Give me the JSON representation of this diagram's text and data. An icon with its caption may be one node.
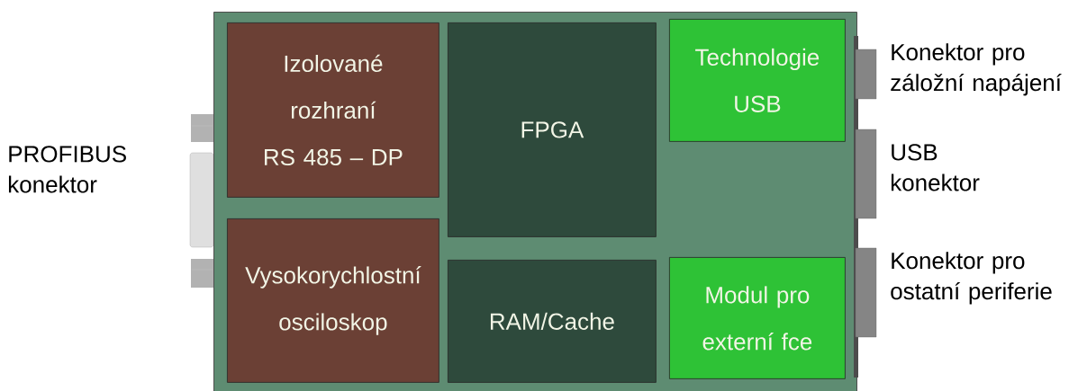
{
  "diagram": {
    "nodes": [
      {
        "text": [],
        "shape": "box"
      },
      {
        "text": [
          "Izolované rozhraní",
          "RS 485 – DP"
        ],
        "in": 0
      },
      {
        "text": [
          "FPGA"
        ],
        "in": 0
      },
      {
        "text": [
          "Technologie USB"
        ],
        "in": 0
      },
      {
        "text": [
          "Vysokorychlostní osciloskop"
        ],
        "in": 0
      },
      {
        "text": [
          "RAM/Cache"
        ],
        "in": 0
      },
      {
        "text": [
          "Modul pro externí fce"
        ],
        "in": 0
      }
    ],
    "labels": [
      "PROFIBUS konektor",
      "Konektor pro záložní napájení",
      "USB konektor",
      "Konektor pro ostatní periferie"
    ]
  }
}
